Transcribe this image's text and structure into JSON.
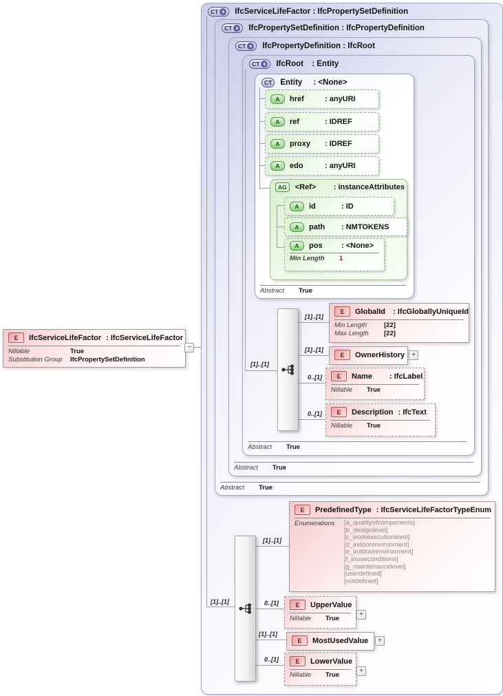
{
  "badges": {
    "ct": "CT",
    "a": "A",
    "ag": "AG",
    "e": "E",
    "plus": "+",
    "minus": "−",
    "expand": "+"
  },
  "left_element": {
    "name": "IfcServiceLifeFactor",
    "type": ": IfcServiceLifeFactor",
    "facts": [
      {
        "label": "Nillable",
        "value": "True"
      },
      {
        "label": "Substitution Group",
        "value": "IfcPropertySetDefinition"
      }
    ]
  },
  "ct_boxes": {
    "outer": {
      "name": "IfcServiceLifeFactor",
      "type": ": IfcPropertySetDefinition"
    },
    "psd": {
      "name": "IfcPropertySetDefinition",
      "type": ": IfcPropertyDefinition",
      "abstract_label": "Abstract",
      "abstract_value": "True"
    },
    "pd": {
      "name": "IfcPropertyDefinition",
      "type": ": IfcRoot",
      "abstract_label": "Abstract",
      "abstract_value": "True"
    },
    "root": {
      "name": "IfcRoot",
      "type": ": Entity",
      "abstract_label": "Abstract",
      "abstract_value": "True"
    },
    "entity": {
      "name": "Entity",
      "type": ": <None>",
      "abstract_label": "Abstract",
      "abstract_value": "True"
    }
  },
  "entity_attrs": {
    "href": {
      "name": "href",
      "type": ": anyURI"
    },
    "ref": {
      "name": "ref",
      "type": ": IDREF"
    },
    "proxy": {
      "name": "proxy",
      "type": ": IDREF"
    },
    "edo": {
      "name": "edo",
      "type": ": anyURI"
    }
  },
  "ref_group": {
    "name": "<Ref>",
    "type": ": instanceAttributes",
    "attrs": {
      "id": {
        "name": "id",
        "type": ": ID"
      },
      "path": {
        "name": "path",
        "type": ": NMTOKENS"
      },
      "pos": {
        "name": "pos",
        "type": ": <None>",
        "fact_label": "Min Length",
        "fact_value": "1"
      }
    }
  },
  "elements": {
    "globalid": {
      "name": "GlobalId",
      "type": ": IfcGloballyUniqueId",
      "facts": [
        {
          "label": "Min Length",
          "value": "[22]"
        },
        {
          "label": "Max Length",
          "value": "[22]"
        }
      ]
    },
    "ownerhistory": {
      "name": "OwnerHistory"
    },
    "name": {
      "name": "Name",
      "type": ": IfcLabel",
      "fact_label": "Nillable",
      "fact_value": "True"
    },
    "description": {
      "name": "Description",
      "type": ": IfcText",
      "fact_label": "Nillable",
      "fact_value": "True"
    },
    "predefinedtype": {
      "name": "PredefinedType",
      "type": ": IfcServiceLifeFactorTypeEnum",
      "enum_label": "Enumerations",
      "enums": [
        "[a_qualityofcomponents]",
        "[b_designlevel]",
        "[c_workexecutionlevel]",
        "[d_indoorenvironment]",
        "[e_outdoorenvironment]",
        "[f_inuseconditions]",
        "[g_maintenancelevel]",
        "[userdefined]",
        "[notdefined]"
      ]
    },
    "uppervalue": {
      "name": "UpperValue",
      "fact_label": "Nillable",
      "fact_value": "True"
    },
    "mostusedvalue": {
      "name": "MostUsedValue"
    },
    "lowervalue": {
      "name": "LowerValue",
      "fact_label": "Nillable",
      "fact_value": "True"
    }
  },
  "cards": {
    "seq1_left": "[1]..[1]",
    "globalid": "[1]..[1]",
    "ownerhistory": "[1]..[1]",
    "name": "0..[1]",
    "description": "0..[1]",
    "seq2_left": "[1]..[1]",
    "predefinedtype": "[1]..[1]",
    "uppervalue": "0..[1]",
    "mostusedvalue": "[1]..[1]",
    "lowervalue": "0..[1]"
  }
}
